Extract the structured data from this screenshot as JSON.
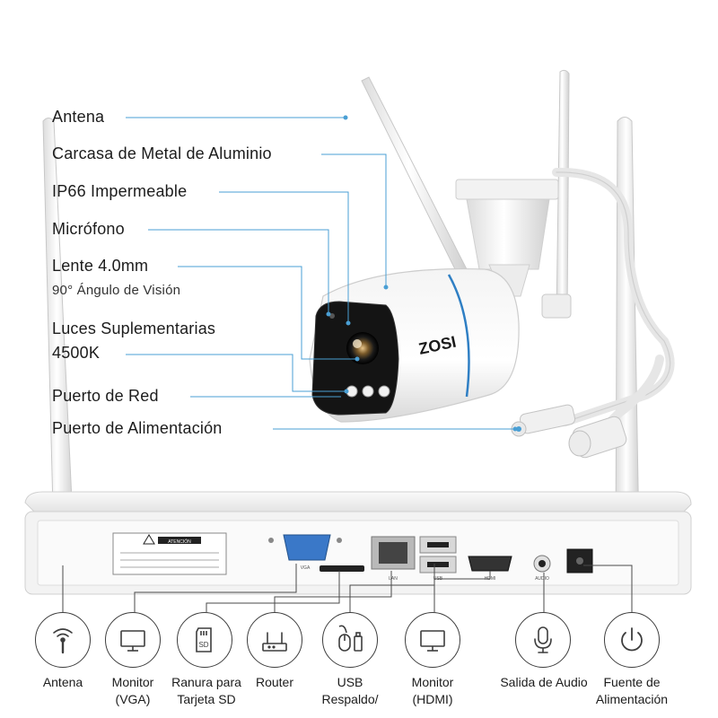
{
  "callouts": [
    {
      "id": "antena",
      "text": "Antena"
    },
    {
      "id": "carcasa",
      "text": "Carcasa de Metal de Aluminio"
    },
    {
      "id": "ip66",
      "text": "IP66 Impermeable"
    },
    {
      "id": "microfono",
      "text": "Micrófono"
    },
    {
      "id": "lente",
      "text": "Lente 4.0mm"
    },
    {
      "id": "angulo",
      "text": "90° Ángulo de Visión"
    },
    {
      "id": "luces_1",
      "text": "Luces Suplementarias"
    },
    {
      "id": "luces_2",
      "text": "4500K"
    },
    {
      "id": "red",
      "text": "Puerto de Red"
    },
    {
      "id": "alimentacion",
      "text": "Puerto de Alimentación"
    }
  ],
  "camera_brand": "ZOSI",
  "nvr": {
    "warning_title": "ATENCIÓN",
    "port_labels": [
      "VGA",
      "HDMI",
      "AUDIO",
      "LAN",
      "USB"
    ]
  },
  "ports": [
    {
      "icon": "antenna-icon",
      "line1": "Antena",
      "line2": ""
    },
    {
      "icon": "monitor-vga-icon",
      "line1": "Monitor",
      "line2": "(VGA)"
    },
    {
      "icon": "sd-card-icon",
      "line1": "Ranura para",
      "line2": "Tarjeta SD"
    },
    {
      "icon": "router-icon",
      "line1": "Router",
      "line2": ""
    },
    {
      "icon": "usb-mouse-icon",
      "line1": "USB",
      "line2": "Respaldo/"
    },
    {
      "icon": "monitor-hdmi-icon",
      "line1": "Monitor",
      "line2": "(HDMI)"
    },
    {
      "icon": "microphone-icon",
      "line1": "Salida de Audio",
      "line2": ""
    },
    {
      "icon": "power-icon",
      "line1": "Fuente de",
      "line2": "Alimentación"
    }
  ],
  "colors": {
    "leader_line": "#4a9fd4",
    "port_line": "#4a4a4a",
    "accent_blue": "#2f7fc4"
  }
}
